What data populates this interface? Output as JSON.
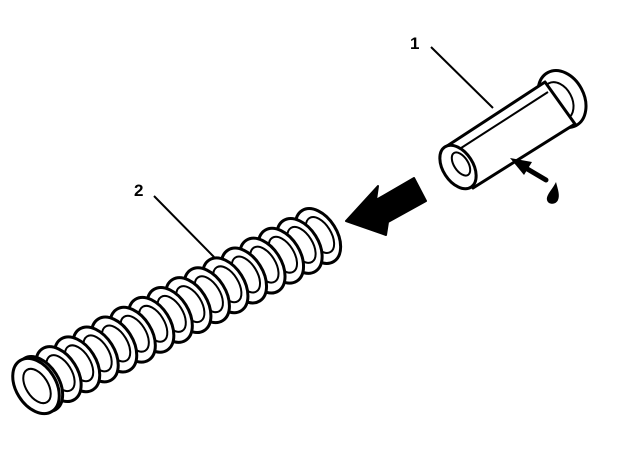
{
  "callouts": [
    {
      "label": "1",
      "part": "pin"
    },
    {
      "label": "2",
      "part": "spring"
    }
  ],
  "colors": {
    "ink": "#000000",
    "paper": "#ffffff"
  },
  "icons": {
    "direction": "arrow-left-icon",
    "lubricant": "oil-drop-icon"
  }
}
